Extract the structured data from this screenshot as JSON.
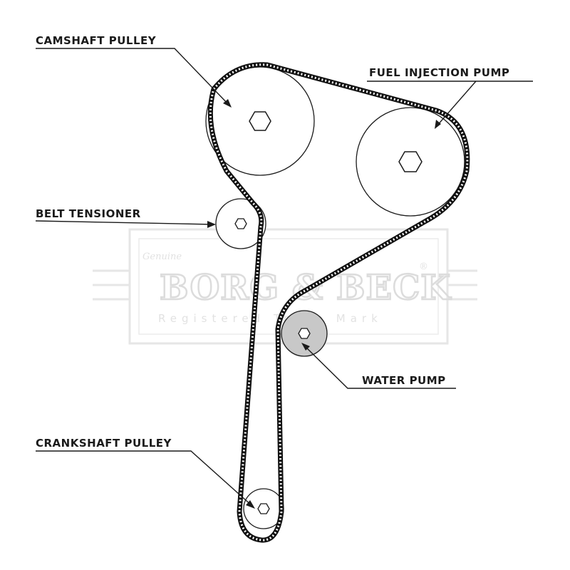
{
  "labels": {
    "camshaft_pulley": "CAMSHAFT PULLEY",
    "fuel_injection_pump": "FUEL INJECTION PUMP",
    "belt_tensioner": "BELT TENSIONER",
    "water_pump": "WATER PUMP",
    "crankshaft_pulley": "CRANKSHAFT PULLEY"
  },
  "watermark": {
    "brand": "BORG & BECK",
    "script": "Genuine",
    "registered_mark": "®",
    "subtitle": "Registered Trade Mark"
  },
  "colors": {
    "belt": "#111111",
    "line": "#1a1a1a",
    "pulley_fill": "#ffffff",
    "water_pump_fill": "#c8c8c8",
    "watermark": "#dcdcdc"
  }
}
